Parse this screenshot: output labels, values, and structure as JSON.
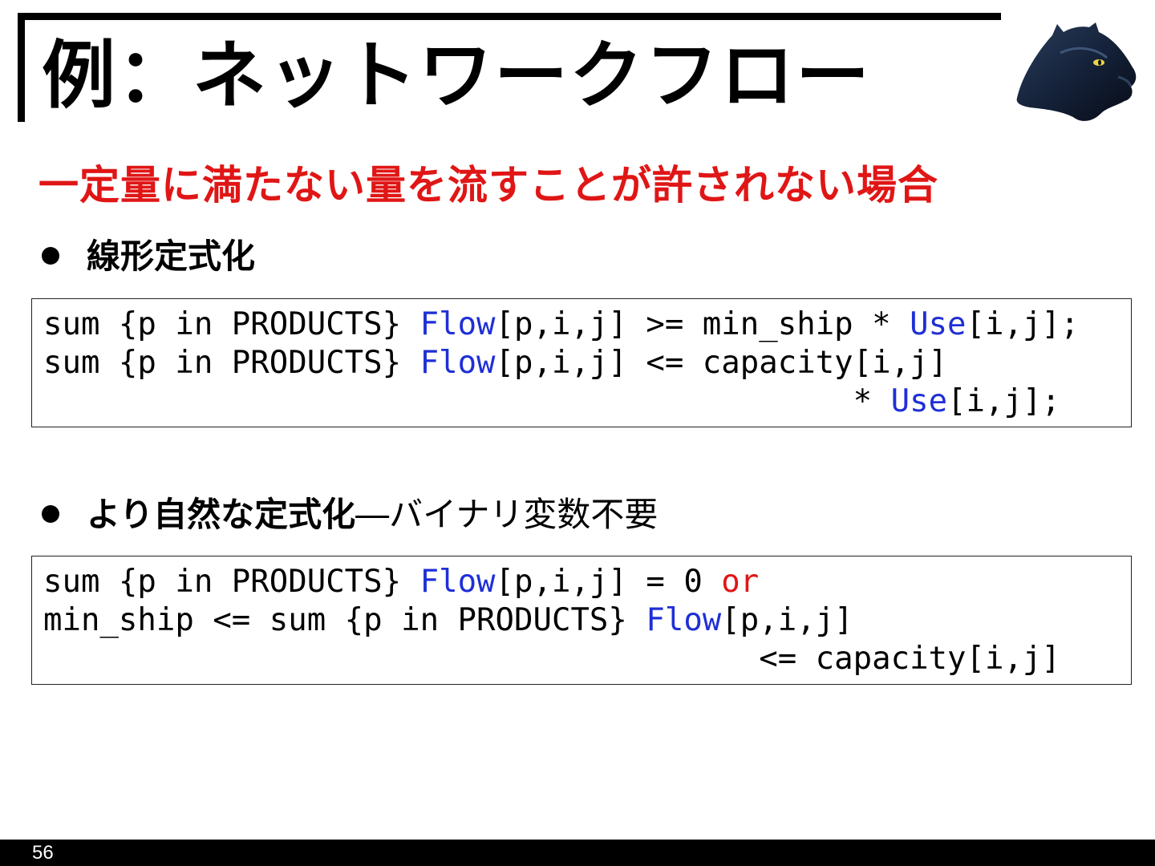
{
  "slide": {
    "title": "例：ネットワークフロー",
    "subtitle": "一定量に満たない量を流すことが許されない場合",
    "page_number": "56"
  },
  "section1": {
    "bullet": "線形定式化",
    "code": [
      [
        {
          "t": "sum {p in PRODUCTS} ",
          "c": "plain"
        },
        {
          "t": "Flow",
          "c": "blue"
        },
        {
          "t": "[p,i,j] >= min_ship * ",
          "c": "plain"
        },
        {
          "t": "Use",
          "c": "blue"
        },
        {
          "t": "[i,j];",
          "c": "plain"
        }
      ],
      [
        {
          "t": "sum {p in PRODUCTS} ",
          "c": "plain"
        },
        {
          "t": "Flow",
          "c": "blue"
        },
        {
          "t": "[p,i,j] <= capacity[i,j]",
          "c": "plain"
        }
      ],
      [
        {
          "t": "                                           * ",
          "c": "plain"
        },
        {
          "t": "Use",
          "c": "blue"
        },
        {
          "t": "[i,j];",
          "c": "plain"
        }
      ]
    ]
  },
  "section2": {
    "bullet_strong": "より自然な定式化",
    "bullet_normal": "―バイナリ変数不要",
    "code": [
      [
        {
          "t": "sum {p in PRODUCTS} ",
          "c": "plain"
        },
        {
          "t": "Flow",
          "c": "blue"
        },
        {
          "t": "[p,i,j] = 0 ",
          "c": "plain"
        },
        {
          "t": "or",
          "c": "red"
        }
      ],
      [
        {
          "t": "min_ship <= sum {p in PRODUCTS} ",
          "c": "plain"
        },
        {
          "t": "Flow",
          "c": "blue"
        },
        {
          "t": "[p,i,j]",
          "c": "plain"
        }
      ],
      [
        {
          "t": "                                      <= capacity[i,j]",
          "c": "plain"
        }
      ]
    ]
  },
  "colors": {
    "subtitle": "#e01616",
    "keyword_blue": "#1f2fd6",
    "keyword_red": "#e01616"
  },
  "icons": {
    "logo": "black-panther-logo-icon"
  }
}
